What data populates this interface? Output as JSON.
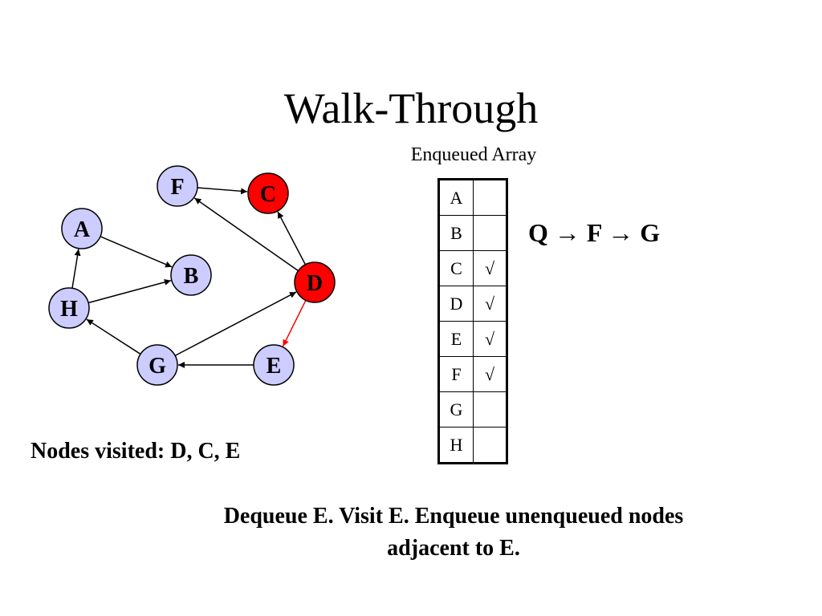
{
  "slide": {
    "title": "Walk-Through",
    "array_caption": "Enqueued Array",
    "queue_text": "Q → F → G",
    "visited_text": "Nodes visited: D, C, E",
    "instruction_line1": "Dequeue E.  Visit E.  Enqueue unenqueued nodes",
    "instruction_line2": "adjacent to E."
  },
  "colors": {
    "unvisited_fill": "#ccccff",
    "visited_fill": "#ff0000",
    "edge": "#000000",
    "current_edge": "#ff0000"
  },
  "graph": {
    "nodes": [
      {
        "id": "A",
        "label": "A",
        "visited": false
      },
      {
        "id": "B",
        "label": "B",
        "visited": false
      },
      {
        "id": "C",
        "label": "C",
        "visited": true
      },
      {
        "id": "D",
        "label": "D",
        "visited": true
      },
      {
        "id": "E",
        "label": "E",
        "visited": false
      },
      {
        "id": "F",
        "label": "F",
        "visited": false
      },
      {
        "id": "G",
        "label": "G",
        "visited": false
      },
      {
        "id": "H",
        "label": "H",
        "visited": false
      }
    ],
    "edges": [
      {
        "from": "F",
        "to": "C",
        "current": false
      },
      {
        "from": "A",
        "to": "B",
        "current": false
      },
      {
        "from": "H",
        "to": "A",
        "current": false
      },
      {
        "from": "H",
        "to": "B",
        "current": false
      },
      {
        "from": "D",
        "to": "F",
        "current": false
      },
      {
        "from": "D",
        "to": "C",
        "current": false
      },
      {
        "from": "D",
        "to": "E",
        "current": true
      },
      {
        "from": "G",
        "to": "D",
        "current": false
      },
      {
        "from": "G",
        "to": "H",
        "current": false
      },
      {
        "from": "E",
        "to": "G",
        "current": false
      }
    ]
  },
  "enqueued_array": {
    "rows": [
      {
        "node": "A",
        "mark": ""
      },
      {
        "node": "B",
        "mark": ""
      },
      {
        "node": "C",
        "mark": "√"
      },
      {
        "node": "D",
        "mark": "√"
      },
      {
        "node": "E",
        "mark": "√"
      },
      {
        "node": "F",
        "mark": "√"
      },
      {
        "node": "G",
        "mark": ""
      },
      {
        "node": "H",
        "mark": ""
      }
    ]
  }
}
